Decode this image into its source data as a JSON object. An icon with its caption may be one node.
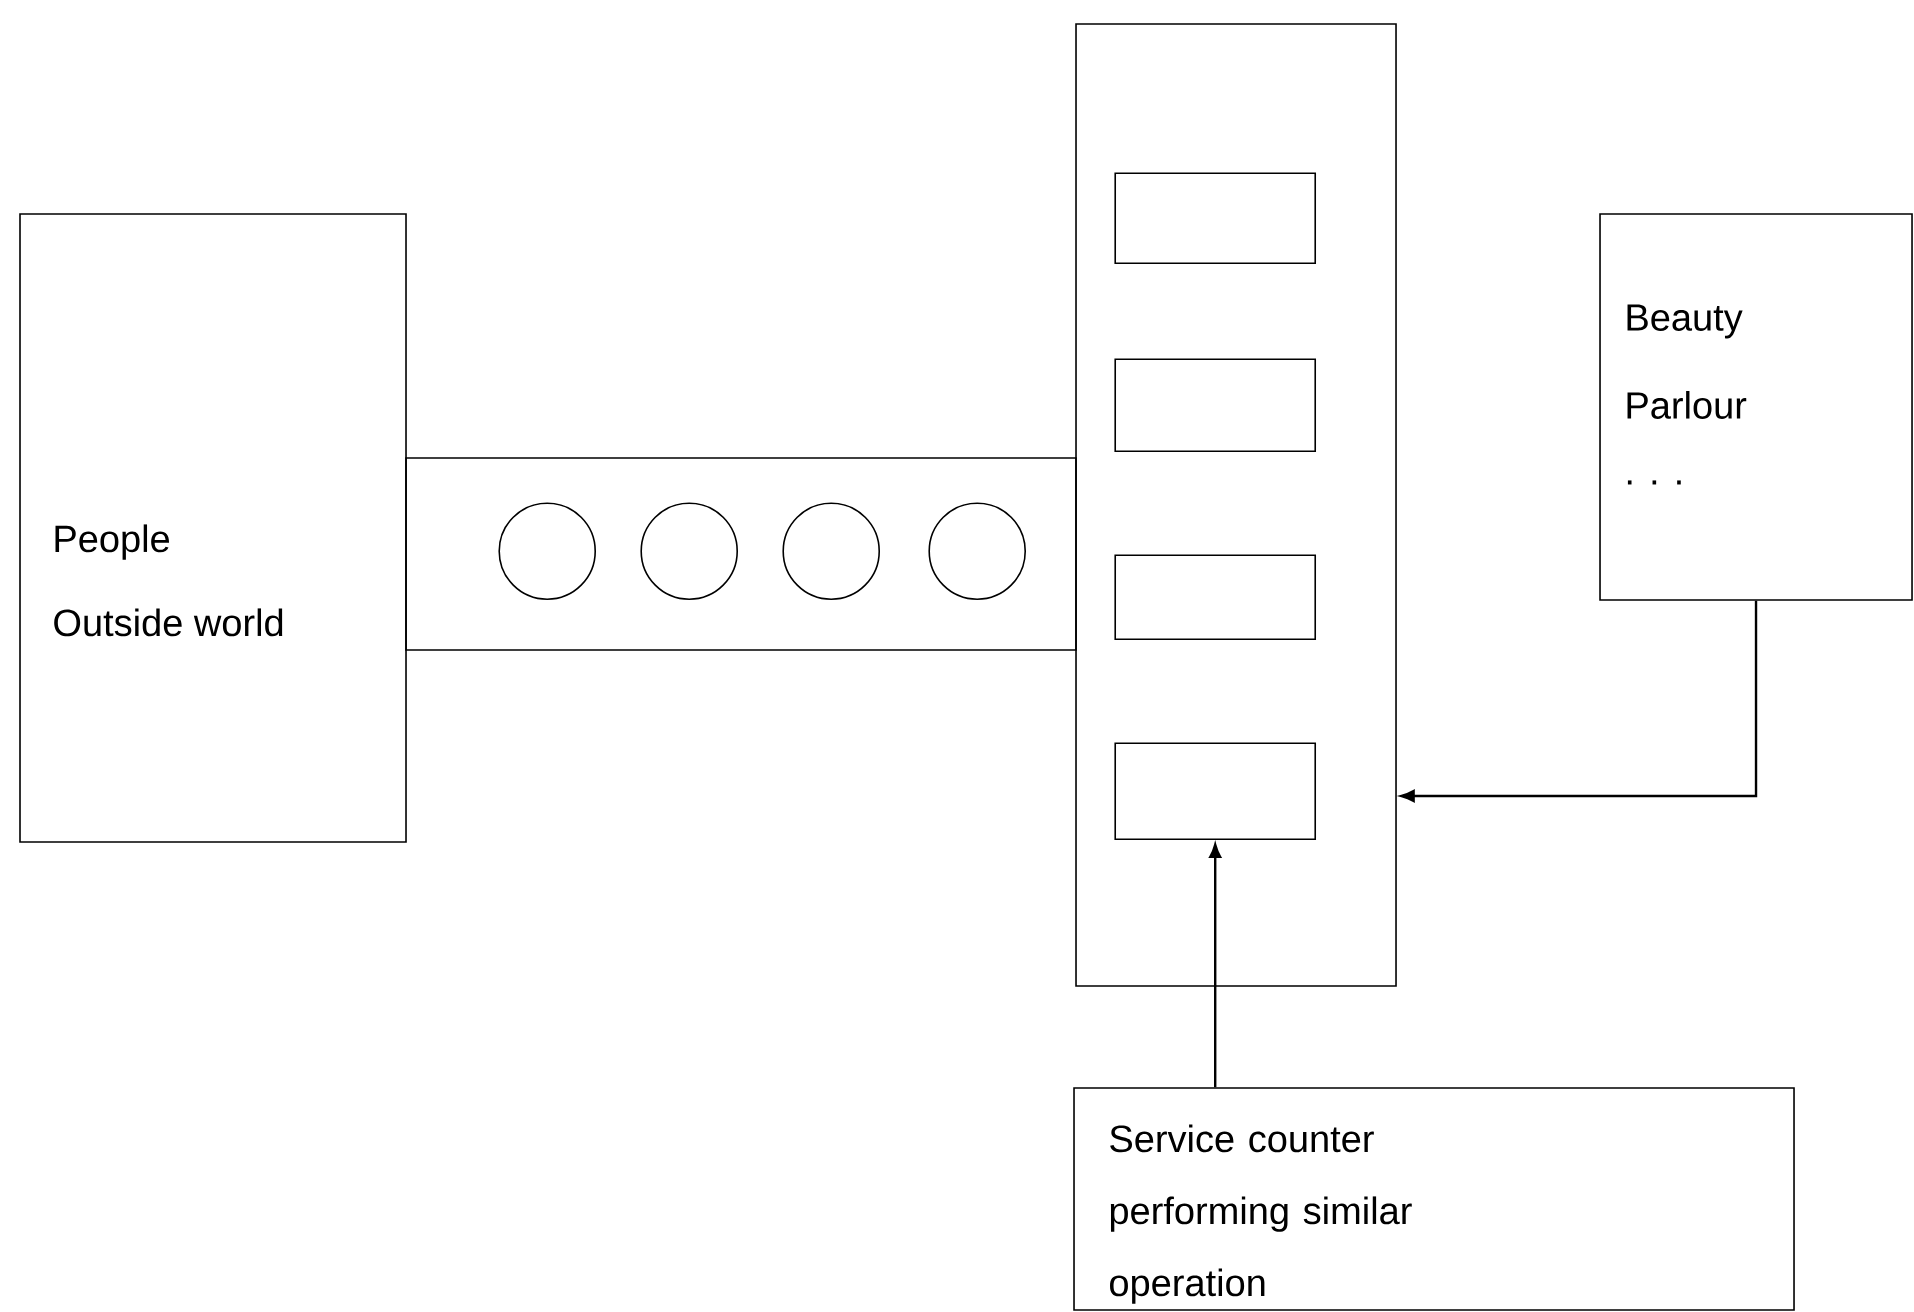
{
  "diagram": {
    "nodes": [
      {
        "text": [
          "People",
          "Outside world"
        ]
      },
      {
        "text": [],
        "shape": "box"
      },
      {
        "text": [],
        "shape": "circle",
        "in": 1
      },
      {
        "text": [],
        "shape": "circle",
        "in": 1
      },
      {
        "text": [],
        "shape": "circle",
        "in": 1
      },
      {
        "text": [],
        "shape": "circle",
        "in": 1
      },
      {
        "text": [],
        "shape": "box"
      },
      {
        "text": [],
        "shape": "box",
        "in": 6
      },
      {
        "text": [],
        "shape": "box",
        "in": 6
      },
      {
        "text": [],
        "shape": "box",
        "in": 6
      },
      {
        "text": [],
        "shape": "box",
        "in": 6
      },
      {
        "text": [
          "Beauty Parlour",
          ". . ."
        ]
      },
      {
        "text": [
          "Service counter performing similar operation"
        ]
      }
    ],
    "edges": [
      {
        "from": 11,
        "to": 6,
        "arrow": "to"
      },
      {
        "from": 12,
        "to": 10,
        "arrow": "to"
      }
    ]
  }
}
